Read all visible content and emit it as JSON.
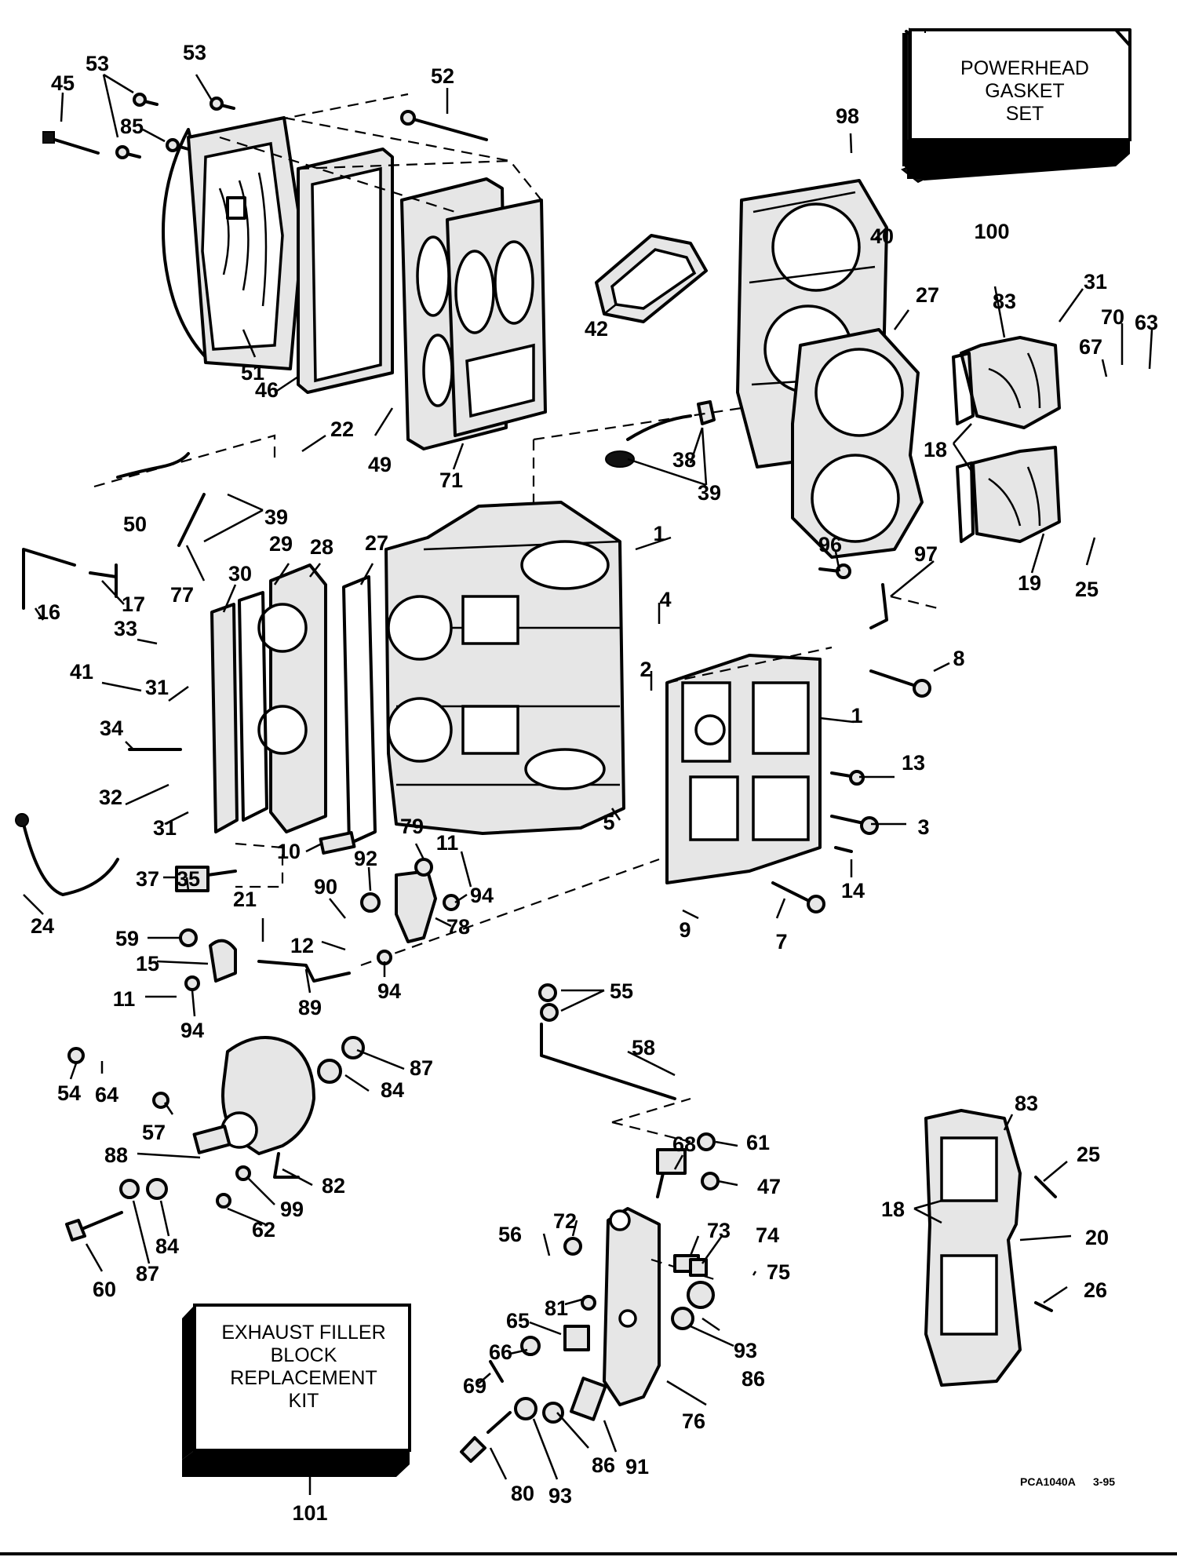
{
  "callouts": [
    {
      "label": "53"
    },
    {
      "label": "53"
    },
    {
      "label": "45"
    },
    {
      "label": "52"
    },
    {
      "label": "85"
    },
    {
      "label": "51"
    },
    {
      "label": "46"
    },
    {
      "label": "49"
    },
    {
      "label": "71"
    },
    {
      "label": "42"
    },
    {
      "label": "98"
    },
    {
      "label": "40"
    },
    {
      "label": "27"
    },
    {
      "label": "100"
    },
    {
      "label": "31"
    },
    {
      "label": "83"
    },
    {
      "label": "70"
    },
    {
      "label": "63"
    },
    {
      "label": "67"
    },
    {
      "label": "18"
    },
    {
      "label": "19"
    },
    {
      "label": "25"
    },
    {
      "label": "38"
    },
    {
      "label": "39"
    },
    {
      "label": "22"
    },
    {
      "label": "50"
    },
    {
      "label": "39"
    },
    {
      "label": "77"
    },
    {
      "label": "29"
    },
    {
      "label": "28"
    },
    {
      "label": "27"
    },
    {
      "label": "30"
    },
    {
      "label": "1"
    },
    {
      "label": "96"
    },
    {
      "label": "97"
    },
    {
      "label": "16"
    },
    {
      "label": "17"
    },
    {
      "label": "33"
    },
    {
      "label": "41"
    },
    {
      "label": "31"
    },
    {
      "label": "4"
    },
    {
      "label": "2"
    },
    {
      "label": "8"
    },
    {
      "label": "1"
    },
    {
      "label": "34"
    },
    {
      "label": "13"
    },
    {
      "label": "32"
    },
    {
      "label": "31"
    },
    {
      "label": "5"
    },
    {
      "label": "3"
    },
    {
      "label": "10"
    },
    {
      "label": "79"
    },
    {
      "label": "11"
    },
    {
      "label": "92"
    },
    {
      "label": "24"
    },
    {
      "label": "37"
    },
    {
      "label": "35"
    },
    {
      "label": "14"
    },
    {
      "label": "90"
    },
    {
      "label": "94"
    },
    {
      "label": "9"
    },
    {
      "label": "7"
    },
    {
      "label": "78"
    },
    {
      "label": "21"
    },
    {
      "label": "59"
    },
    {
      "label": "12"
    },
    {
      "label": "15"
    },
    {
      "label": "94"
    },
    {
      "label": "55"
    },
    {
      "label": "11"
    },
    {
      "label": "89"
    },
    {
      "label": "94"
    },
    {
      "label": "58"
    },
    {
      "label": "87"
    },
    {
      "label": "54"
    },
    {
      "label": "64"
    },
    {
      "label": "84"
    },
    {
      "label": "57"
    },
    {
      "label": "83"
    },
    {
      "label": "88"
    },
    {
      "label": "82"
    },
    {
      "label": "61"
    },
    {
      "label": "68"
    },
    {
      "label": "25"
    },
    {
      "label": "47"
    },
    {
      "label": "99"
    },
    {
      "label": "18"
    },
    {
      "label": "62"
    },
    {
      "label": "72"
    },
    {
      "label": "73"
    },
    {
      "label": "74"
    },
    {
      "label": "56"
    },
    {
      "label": "20"
    },
    {
      "label": "60"
    },
    {
      "label": "87"
    },
    {
      "label": "84"
    },
    {
      "label": "75"
    },
    {
      "label": "26"
    },
    {
      "label": "81"
    },
    {
      "label": "65"
    },
    {
      "label": "93"
    },
    {
      "label": "66"
    },
    {
      "label": "86"
    },
    {
      "label": "69"
    },
    {
      "label": "76"
    },
    {
      "label": "91"
    },
    {
      "label": "86"
    },
    {
      "label": "93"
    },
    {
      "label": "80"
    },
    {
      "label": "101"
    }
  ],
  "boxes": {
    "gasket_set": {
      "line1": "POWERHEAD",
      "line2": "GASKET",
      "line3": "SET"
    },
    "filler_kit": {
      "line1": "EXHAUST FILLER",
      "line2": "BLOCK",
      "line3": "REPLACEMENT",
      "line4": "KIT"
    }
  },
  "footer": {
    "code": "PCA1040A",
    "date": "3-95"
  }
}
